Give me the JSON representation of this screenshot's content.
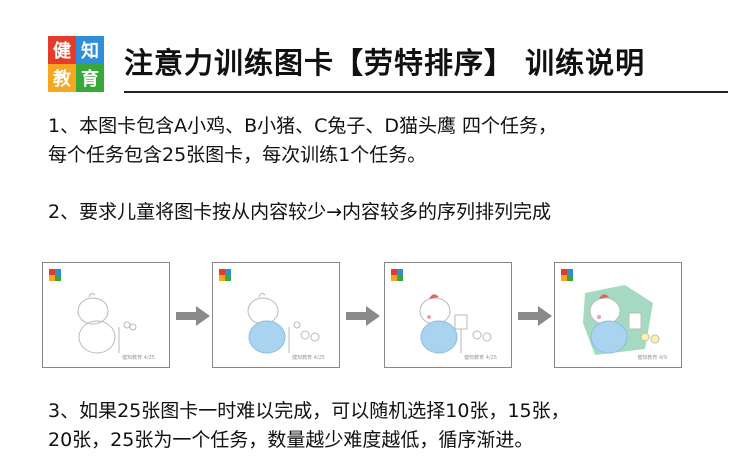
{
  "logo": {
    "chars": [
      "健",
      "知",
      "教",
      "育"
    ],
    "colors": [
      "#e43b2a",
      "#2f8ed8",
      "#f5a623",
      "#39a83b"
    ]
  },
  "title": "注意力训练图卡【劳特排序】 训练说明",
  "paragraphs": {
    "p1_line1": "1、本图卡包含A小鸡、B小猪、C兔子、D猫头鹰 四个任务，",
    "p1_line2": "每个任务包含25张图卡，每次训练1个任务。",
    "p2_line1": "2、要求儿童将图卡按从内容较少→内容较多的序列排列完成",
    "p3_line1": "3、如果25张图卡一时难以完成，可以随机选择10张，15张，",
    "p3_line2": "20张，25张为一个任务，数量越少难度越低，循序渐进。"
  },
  "cards": [
    {
      "caption": "健知教育 4/25",
      "level": "outline"
    },
    {
      "caption": "健知教育 4/25",
      "level": "blue"
    },
    {
      "caption": "健知教育 4/25",
      "level": "blue-red"
    },
    {
      "caption": "健知教育 4/9",
      "level": "full"
    }
  ],
  "arrow_color": "#8a8a8a"
}
